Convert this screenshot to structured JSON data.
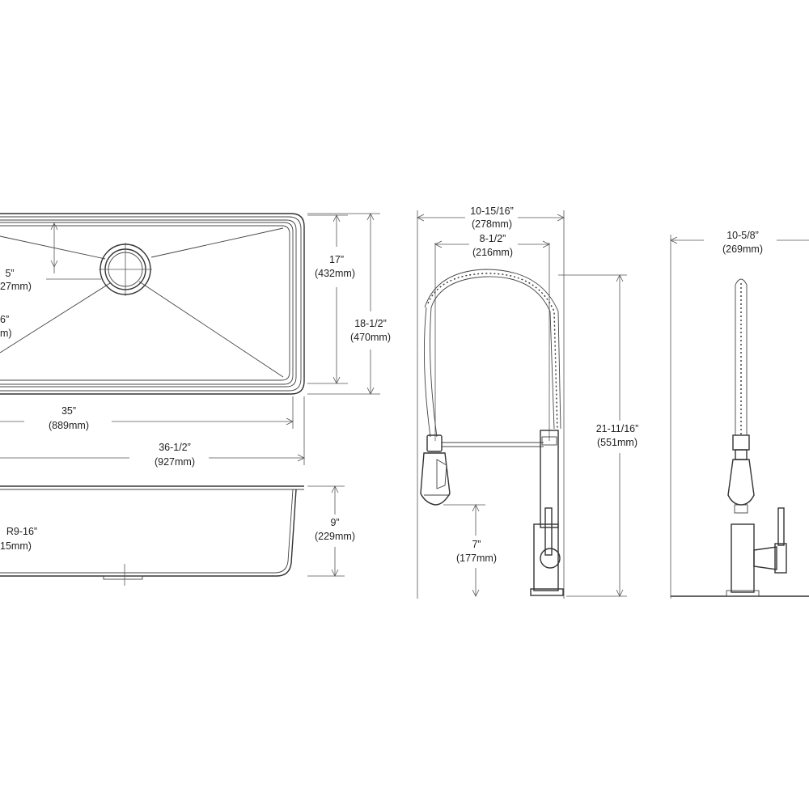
{
  "sink_top": {
    "drain_offset": {
      "inch": "5”",
      "mm": "27mm)"
    },
    "partial_label": {
      "inch": "6”",
      "mm": "m)"
    },
    "inner_length": {
      "inch": "35”",
      "mm": "(889mm)"
    },
    "outer_length": {
      "inch": "36-1/2”",
      "mm": "(927mm)"
    },
    "inner_width": {
      "inch": "17”",
      "mm": "(432mm)"
    },
    "outer_width": {
      "inch": "18-1/2”",
      "mm": "(470mm)"
    }
  },
  "sink_side": {
    "radius": {
      "inch": "R9-16”",
      "mm": "15mm)"
    },
    "depth": {
      "inch": "9”",
      "mm": "(229mm)"
    }
  },
  "faucet_front": {
    "overall_width": {
      "inch": "10-15/16”",
      "mm": "(278mm)"
    },
    "spout_reach": {
      "inch": "8-1/2”",
      "mm": "(216mm)"
    },
    "height": {
      "inch": "21-11/16”",
      "mm": "(551mm)"
    },
    "spout_height": {
      "inch": "7”",
      "mm": "(177mm)"
    }
  },
  "faucet_side": {
    "depth": {
      "inch": "10-5/8”",
      "mm": "(269mm)"
    }
  }
}
